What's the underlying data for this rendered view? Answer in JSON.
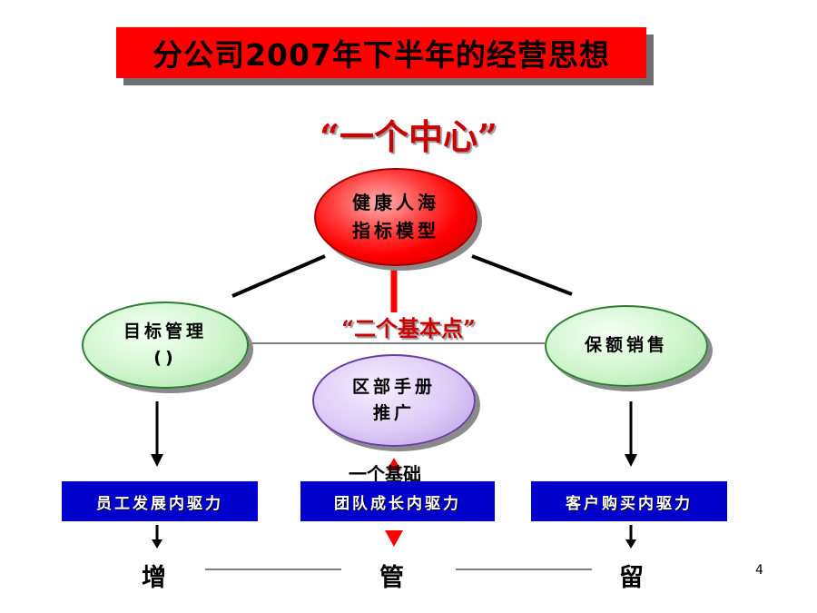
{
  "title": "分公司2007年下半年的经营思想",
  "heading_center": "“一个中心”",
  "heading_points": "“二个基本点”",
  "center_node": {
    "line1": "健康人海",
    "line2": "指标模型"
  },
  "left_node": {
    "line1": "目标管理",
    "line2": "()"
  },
  "right_node": {
    "line1": "保额销售"
  },
  "bottom_node": {
    "line1": "区部手册",
    "line2": "推广"
  },
  "foundation_label": "一个基础",
  "drivers": [
    "员工发展内驱力",
    "团队成长内驱力",
    "客户购买内驱力"
  ],
  "outcomes": [
    "增",
    "管",
    "留"
  ],
  "page_number": "4",
  "colors": {
    "title_bg": "#ff0000",
    "driver_bg": "#0000cc",
    "center_fill": "#ff0000",
    "green_fill": "#cff5cc",
    "purple_fill": "#dccaf6",
    "heading_text": "#cc0000"
  }
}
